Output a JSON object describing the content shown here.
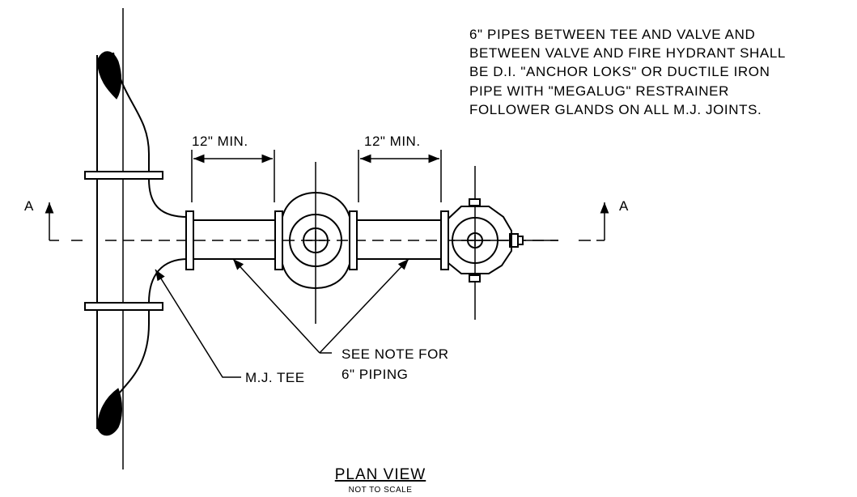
{
  "note": {
    "lines": [
      "6\" PIPES BETWEEN TEE AND VALVE AND",
      "BETWEEN VALVE AND FIRE HYDRANT SHALL",
      "BE D.I. \"ANCHOR LOKS\" OR DUCTILE IRON",
      "PIPE WITH \"MEGALUG\" RESTRAINER",
      "FOLLOWER GLANDS ON ALL M.J. JOINTS."
    ]
  },
  "dimensions": {
    "left": "12\" MIN.",
    "right": "12\" MIN."
  },
  "section_marks": {
    "left": "A",
    "right": "A"
  },
  "callouts": {
    "tee": "M.J. TEE",
    "piping_line1": "SEE NOTE FOR",
    "piping_line2": "6\" PIPING"
  },
  "title": {
    "main": "PLAN VIEW",
    "sub": "NOT TO SCALE"
  }
}
